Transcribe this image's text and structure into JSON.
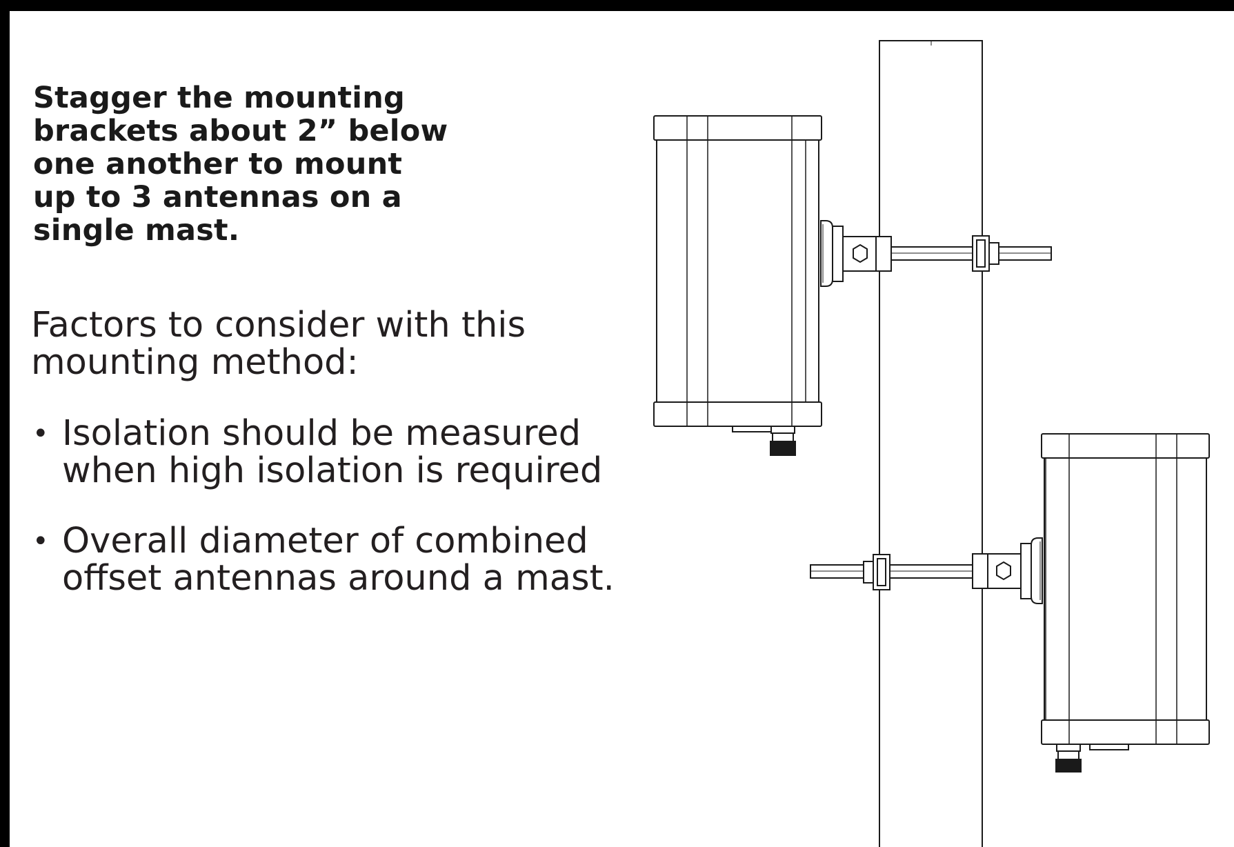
{
  "heading": "Stagger the mounting brackets about  2” below one another to mount up to 3 antennas on a single mast.",
  "intro": "Factors to consider with this mounting method:",
  "bullets": [
    {
      "text": "Isolation should be measured when high isolation is required"
    },
    {
      "text": "Overall diameter of combined offset antennas around a mast."
    }
  ],
  "bullet_icon": "bullet-dot",
  "colors": {
    "text": "#231f20",
    "border": "#000000",
    "line": "#1a1a1a"
  }
}
